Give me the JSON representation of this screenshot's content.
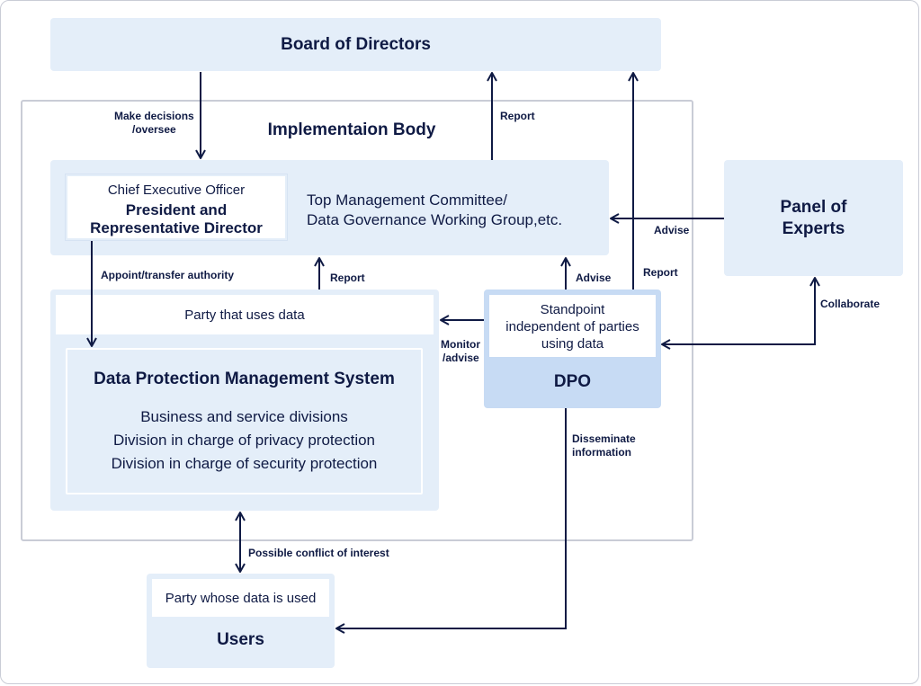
{
  "board": {
    "title": "Board of Directors"
  },
  "implementation_body": {
    "title": "Implementaion Body"
  },
  "ceo": {
    "caption": "Chief Executive Officer",
    "title_line1": "President and",
    "title_line2": "Representative Director"
  },
  "committee": {
    "line1": "Top Management Committee/",
    "line2": "Data Governance Working Group,etc."
  },
  "party_uses": {
    "label": "Party that uses data"
  },
  "dpms": {
    "title": "Data Protection Management System",
    "divisions": [
      "Business and service divisions",
      "Division in charge of privacy protection",
      "Division in charge of security protection"
    ]
  },
  "dpo": {
    "standpoint_line1": "Standpoint",
    "standpoint_line2": "independent of parties",
    "standpoint_line3": "using data",
    "title": "DPO"
  },
  "panel": {
    "line1": "Panel of",
    "line2": "Experts"
  },
  "users": {
    "caption": "Party whose data is used",
    "title": "Users"
  },
  "arrow_labels": {
    "make_decisions_1": "Make decisions",
    "make_decisions_2": "/oversee",
    "report_board": "Report",
    "report_dpo": "Report",
    "report_party": "Report",
    "advise_panel": "Advise",
    "advise_dpo": "Advise",
    "appoint": "Appoint/transfer authority",
    "monitor_1": "Monitor",
    "monitor_2": "/advise",
    "collaborate": "Collaborate",
    "disseminate_1": "Disseminate",
    "disseminate_2": "information",
    "conflict": "Possible conflict of interest"
  },
  "colors": {
    "light_fill": "#e4eef9",
    "dpo_fill": "#c7dbf4",
    "text": "#0f1a44",
    "arrow": "#0f1a44",
    "border": "#c9ccd6"
  }
}
